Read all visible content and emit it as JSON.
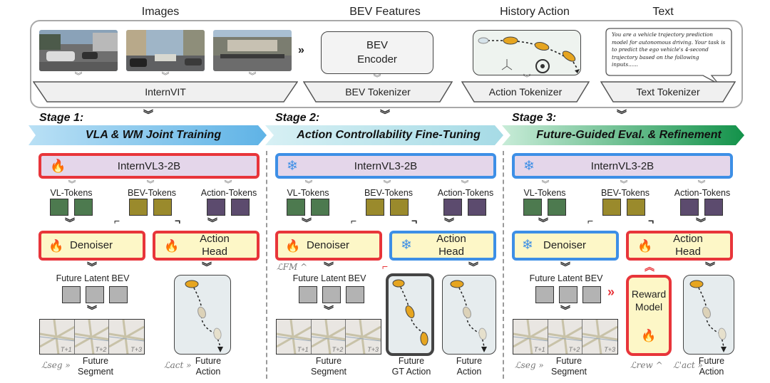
{
  "top": {
    "headers": [
      "Images",
      "BEV Features",
      "History Action",
      "Text"
    ],
    "vit_label": "InternVIT",
    "bev_encoder": "BEV\nEncoder",
    "bev_tokenizer": "BEV Tokenizer",
    "action_tokenizer": "Action Tokenizer",
    "text_tokenizer": "Text Tokenizer",
    "text_prompt": "You are a vehicle trajectory prediction model for autonomous driving. Your task is to predict the ego vehicle's 4-second trajectory based on the following inputs......"
  },
  "stages": [
    {
      "label": "Stage 1:",
      "title": "VLA & WM Joint Training",
      "llm": "InternVL3-2B",
      "tokens": [
        "VL-Tokens",
        "BEV-Tokens",
        "Action-Tokens"
      ],
      "denoiser": "Denoiser",
      "head": "Action\nHead",
      "future_latent": "Future Latent BEV",
      "seg_out": "Future\nSegment",
      "act_out": "Future\nAction",
      "loss_seg": "ℒseg",
      "loss_act": "ℒact",
      "seg_tags": [
        "T+1",
        "T+2",
        "T+3"
      ]
    },
    {
      "label": "Stage 2:",
      "title": "Action Controllability Fine-Tuning",
      "llm": "InternVL3-2B",
      "tokens": [
        "VL-Tokens",
        "BEV-Tokens",
        "Action-Tokens"
      ],
      "denoiser": "Denoiser",
      "head": "Action\nHead",
      "future_latent": "Future Latent BEV",
      "seg_out": "Future\nSegment",
      "gt_out": "Future\nGT Action",
      "act_out": "Future\nAction",
      "loss_fm": "ℒFM",
      "seg_tags": [
        "T+1",
        "T+2",
        "T+3"
      ]
    },
    {
      "label": "Stage 3:",
      "title": "Future-Guided Eval. & Refinement",
      "llm": "InternVL3-2B",
      "tokens": [
        "VL-Tokens",
        "BEV-Tokens",
        "Action-Tokens"
      ],
      "denoiser": "Denoiser",
      "head": "Action\nHead",
      "future_latent": "Future Latent BEV",
      "reward": "Reward\nModel",
      "seg_out": "Future\nSegment",
      "act_out": "Future\nAction",
      "loss_seg": "ℒseg",
      "loss_rew": "ℒrew",
      "loss_act": "ℒ'act",
      "seg_tags": [
        "T+1",
        "T+2",
        "T+3"
      ]
    }
  ],
  "colors": {
    "trainable": "#e8353a",
    "frozen": "#3d8fe6",
    "llm_fill": "#e4d6ea",
    "module_fill": "#fdf7c7",
    "banner1": "#7cc3ea",
    "banner2": "#b7e4ec",
    "banner3": "#1f9c54"
  },
  "icons": {
    "trainable": "fire-icon",
    "frozen": "snowflake-icon"
  }
}
